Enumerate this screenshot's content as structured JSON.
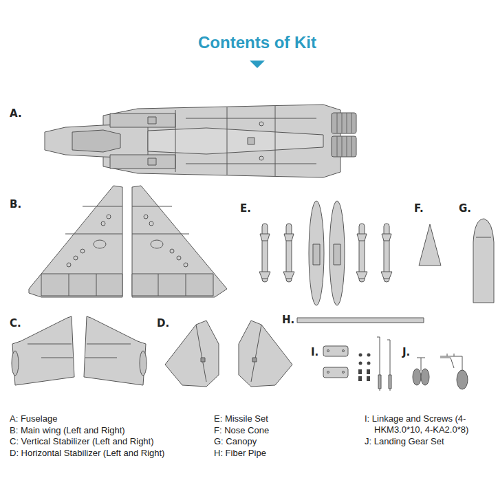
{
  "diagram": {
    "title": "Contents of Kit",
    "labels": [
      "A.",
      "B.",
      "E.",
      "F.",
      "G.",
      "C.",
      "D.",
      "H.",
      "I.",
      "J.",
      "A: Fuselage",
      "B: Main wing (Left and Right)",
      "C: Vertical Stabilizer (Left and Right)",
      "D: Horizontal Stabilizer (Left and Right)",
      "E: Missile Set",
      "F: Nose Cone",
      "G: Canopy",
      "H: Fiber Pipe",
      "I: Linkage and Screws (4-HKM3.0*10, 4-KA2.0*8)",
      "J: Landing Gear Set"
    ]
  }
}
